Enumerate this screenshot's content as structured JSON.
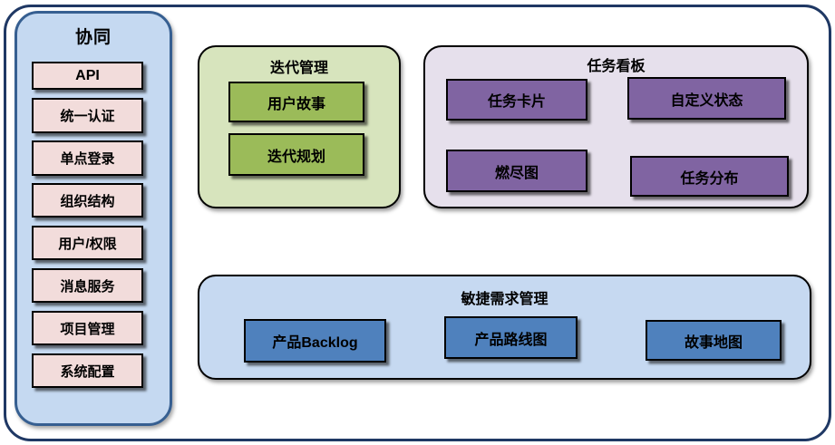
{
  "diagram": {
    "sidebar": {
      "title": "协同",
      "items": [
        {
          "label": "API"
        },
        {
          "label": "统一认证"
        },
        {
          "label": "单点登录"
        },
        {
          "label": "组织结构"
        },
        {
          "label": "用户/权限"
        },
        {
          "label": "消息服务"
        },
        {
          "label": "项目管理"
        },
        {
          "label": "系统配置"
        }
      ]
    },
    "groups": [
      {
        "title": "迭代管理",
        "items": [
          {
            "label": "用户故事"
          },
          {
            "label": "迭代规划"
          }
        ]
      },
      {
        "title": "任务看板",
        "items": [
          {
            "label": "任务卡片"
          },
          {
            "label": "自定义状态"
          },
          {
            "label": "燃尽图"
          },
          {
            "label": "任务分布"
          }
        ]
      },
      {
        "title": "敏捷需求管理",
        "items": [
          {
            "label": "产品Backlog"
          },
          {
            "label": "产品路线图"
          },
          {
            "label": "故事地图"
          }
        ]
      }
    ],
    "colors": {
      "outer_border": "#1F3864",
      "sidebar_fill": "#C5D9F1",
      "sidebar_border": "#365F91",
      "sidebar_item_fill": "#F2DCDB",
      "iteration_fill": "#D7E4BD",
      "iteration_item_fill": "#9BBB59",
      "kanban_fill": "#E6E0EC",
      "kanban_item_fill": "#8064A2",
      "agile_fill": "#C6D9F1",
      "agile_item_fill": "#4F81BD"
    }
  }
}
